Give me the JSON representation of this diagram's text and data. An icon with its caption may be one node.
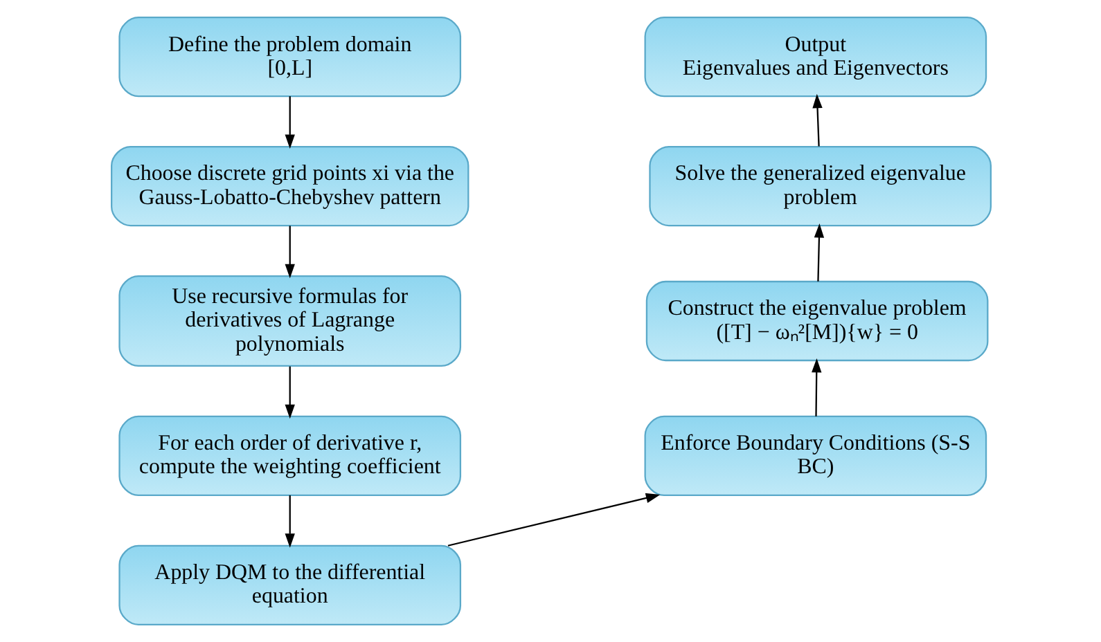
{
  "diagram": {
    "nodes": [
      {
        "text": [
          "Define the problem domain [0,L]"
        ]
      },
      {
        "text": [
          "Choose discrete grid points xi via the Gauss-Lobatto-Chebyshev pattern"
        ]
      },
      {
        "text": [
          "Use recursive formulas for derivatives of Lagrange polynomials"
        ]
      },
      {
        "text": [
          "For each order of derivative r, compute the weighting coefficient"
        ]
      },
      {
        "text": [
          "Apply DQM to the differential equation"
        ]
      },
      {
        "text": [
          "Enforce Boundary Conditions (S-S BC)"
        ]
      },
      {
        "text": [
          "Construct the eigenvalue problem",
          "([T] − ωₙ²[M]){w} = 0"
        ]
      },
      {
        "text": [
          "Solve the generalized eigenvalue problem"
        ]
      },
      {
        "text": [
          "Output",
          "Eigenvalues and Eigenvectors"
        ]
      }
    ],
    "edges": [
      {
        "from": 0,
        "to": 1,
        "arrow": "to"
      },
      {
        "from": 1,
        "to": 2,
        "arrow": "to"
      },
      {
        "from": 2,
        "to": 3,
        "arrow": "to"
      },
      {
        "from": 3,
        "to": 4,
        "arrow": "to"
      },
      {
        "from": 4,
        "to": 5,
        "arrow": "to"
      },
      {
        "from": 5,
        "to": 6,
        "arrow": "to"
      },
      {
        "from": 6,
        "to": 7,
        "arrow": "to"
      },
      {
        "from": 7,
        "to": 8,
        "arrow": "to"
      }
    ]
  }
}
